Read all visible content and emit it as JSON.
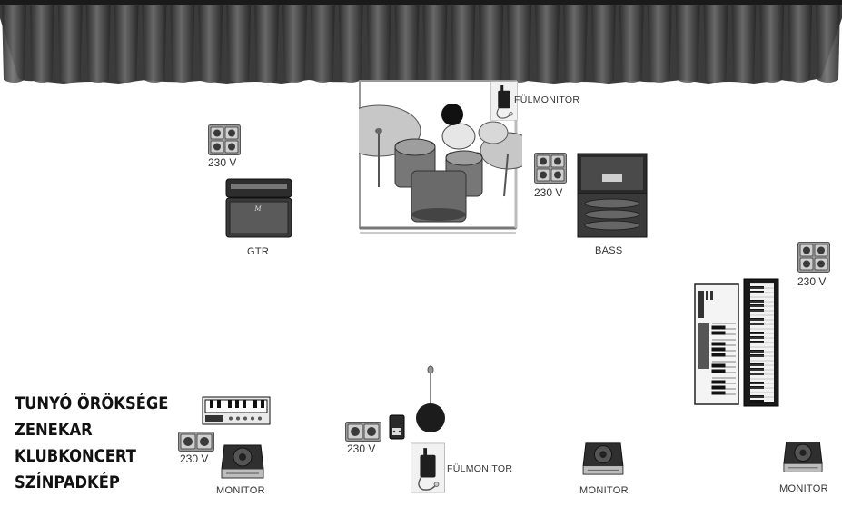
{
  "title_lines": [
    "TUNYÓ ÖRÖKSÉGE",
    "ZENEKAR",
    "KLUBKONCERT",
    "SZÍNPADKÉP"
  ],
  "labels": {
    "in_ear_monitor": "FÜLMONITOR",
    "power_outlet": "230 V",
    "guitar_amp": "GTR",
    "bass_amp": "BASS",
    "floor_monitor": "MONITOR"
  },
  "icons": {
    "curtain": "stage-curtain-icon",
    "drum_kit": "drum-kit-icon",
    "outlet": "power-outlet-icon",
    "guitar_amp": "guitar-amp-icon",
    "bass_amp": "bass-amp-icon",
    "keyboard": "keyboard-icon",
    "synth": "synth-icon",
    "mic": "microphone-stand-icon",
    "pedal": "effect-pedal-icon",
    "monitor": "floor-monitor-icon",
    "receiver": "in-ear-receiver-icon"
  },
  "colors": {
    "curtain_dark": "#2a2a2a",
    "curtain_light": "#6a6a6a",
    "background": "#ffffff"
  }
}
